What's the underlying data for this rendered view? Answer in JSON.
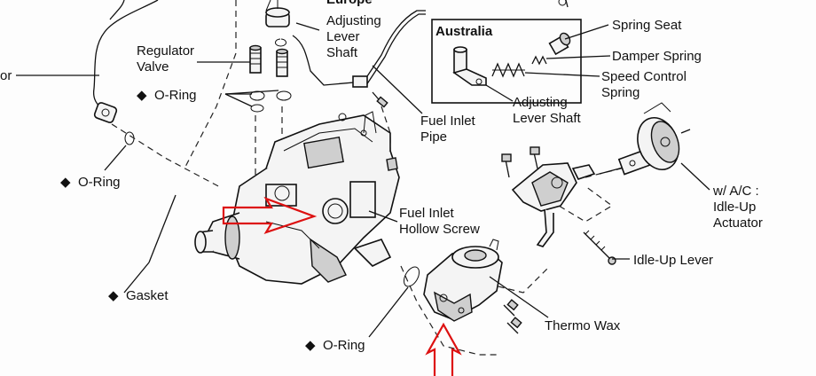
{
  "labels": {
    "europe": "Europe",
    "adjusting_lever_shaft_top": [
      "Adjusting",
      "Lever",
      "Shaft"
    ],
    "australia": "Australia",
    "spring_seat": "Spring Seat",
    "damper_spring": "Damper Spring",
    "speed_control_spring": [
      "Speed Control",
      "Spring"
    ],
    "adjusting_lever_shaft_aus": [
      "Adjusting",
      "Lever Shaft"
    ],
    "regulator_valve": [
      "Regulator",
      "Valve"
    ],
    "o_ring_top": "O-Ring",
    "sensor_partial": "or",
    "o_ring_left": "O-Ring",
    "fuel_inlet_pipe": [
      "Fuel Inlet",
      "Pipe"
    ],
    "fuel_inlet_hollow_screw": [
      "Fuel Inlet",
      "Hollow Screw"
    ],
    "idle_up_actuator": [
      "w/ A/C :",
      "Idle-Up",
      "Actuator"
    ],
    "idle_up_lever": "Idle-Up Lever",
    "gasket": "Gasket",
    "thermo_wax": "Thermo Wax",
    "o_ring_bottom": "O-Ring",
    "diamond": "◆"
  },
  "colors": {
    "line": "#111111",
    "annotation_arrow": "#dd1111"
  }
}
